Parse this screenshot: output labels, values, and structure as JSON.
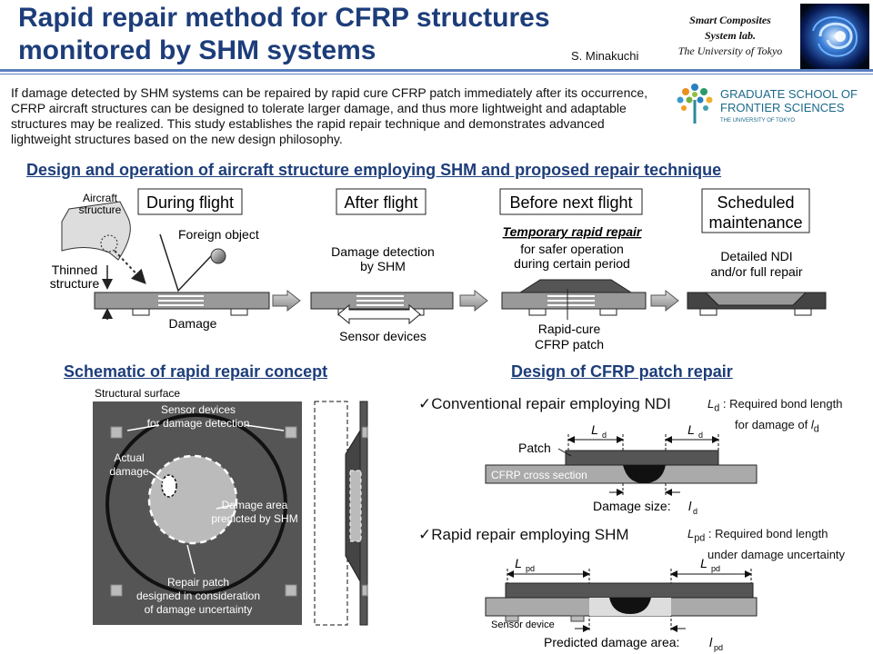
{
  "header": {
    "title_line1": "Rapid repair method for CFRP structures",
    "title_line2": "monitored by SHM systems",
    "author": "S. Minakuchi",
    "lab_line1": "Smart Composites",
    "lab_line2": "System lab.",
    "lab_line3": "The University of Tokyo"
  },
  "intro": "If damage detected by SHM systems can be repaired by rapid cure CFRP patch immediately after its occurrence, CFRP aircraft structures can be designed to tolerate larger damage, and thus more lightweight and adaptable structures may be realized. This study establishes the rapid repair technique and demonstrates advanced lightweight structures based on the new design philosophy.",
  "school": {
    "line1": "GRADUATE SCHOOL OF",
    "line2": "FRONTIER SCIENCES",
    "line3": "THE UNIVERSITY OF TOKYO"
  },
  "section1": {
    "heading": "Design and operation of aircraft structure employing SHM and proposed repair technique",
    "stage1": "During flight",
    "stage2": "After flight",
    "stage3": "Before next flight",
    "stage4_line1": "Scheduled",
    "stage4_line2": "maintenance",
    "aircraft_line1": "Aircraft",
    "aircraft_line2": "structure",
    "thinned_line1": "Thinned",
    "thinned_line2": "structure",
    "foreign": "Foreign object",
    "damage": "Damage",
    "detect_line1": "Damage detection",
    "detect_line2": "by SHM",
    "sensors": "Sensor devices",
    "temp": "Temporary rapid repair",
    "safer_line1": "for  safer operation",
    "safer_line2": "during certain period",
    "rapid_line1": "Rapid-cure",
    "rapid_line2": "CFRP patch",
    "ndi_line1": "Detailed NDI",
    "ndi_line2": "and/or full repair"
  },
  "section2": {
    "heading": "Schematic of rapid repair concept",
    "surface": "Structural surface",
    "sensor_line1": "Sensor devices",
    "sensor_line2": "for damage detection",
    "actual_line1": "Actual",
    "actual_line2": "damage",
    "area_line1": "Damage area",
    "area_line2": "predicted by SHM",
    "patch_line1": "Repair patch",
    "patch_line2": "designed in consideration",
    "patch_line3": "of damage uncertainty"
  },
  "section3": {
    "heading": "Design of CFRP patch repair",
    "conv": "✓Conventional repair employing NDI",
    "def1_sym": "L",
    "def1_sub": "d",
    "def1_line1": " : Required bond length",
    "def1_line2": "for damage of ",
    "def1_ld_sym": "l",
    "def1_ld_sub": "d",
    "patch": "Patch",
    "cross": "CFRP cross section",
    "dsize": "Damage size: ",
    "rapid": "✓Rapid repair employing SHM",
    "def2_sym": "L",
    "def2_sub": "pd",
    "def2_line1": " : Required bond length",
    "def2_line2": "under damage uncertainty",
    "sensor": "Sensor device",
    "pred": "Predicted damage area: ",
    "sym_L": "L",
    "sub_d": "d",
    "sub_pd": "pd",
    "sym_l": "l"
  }
}
